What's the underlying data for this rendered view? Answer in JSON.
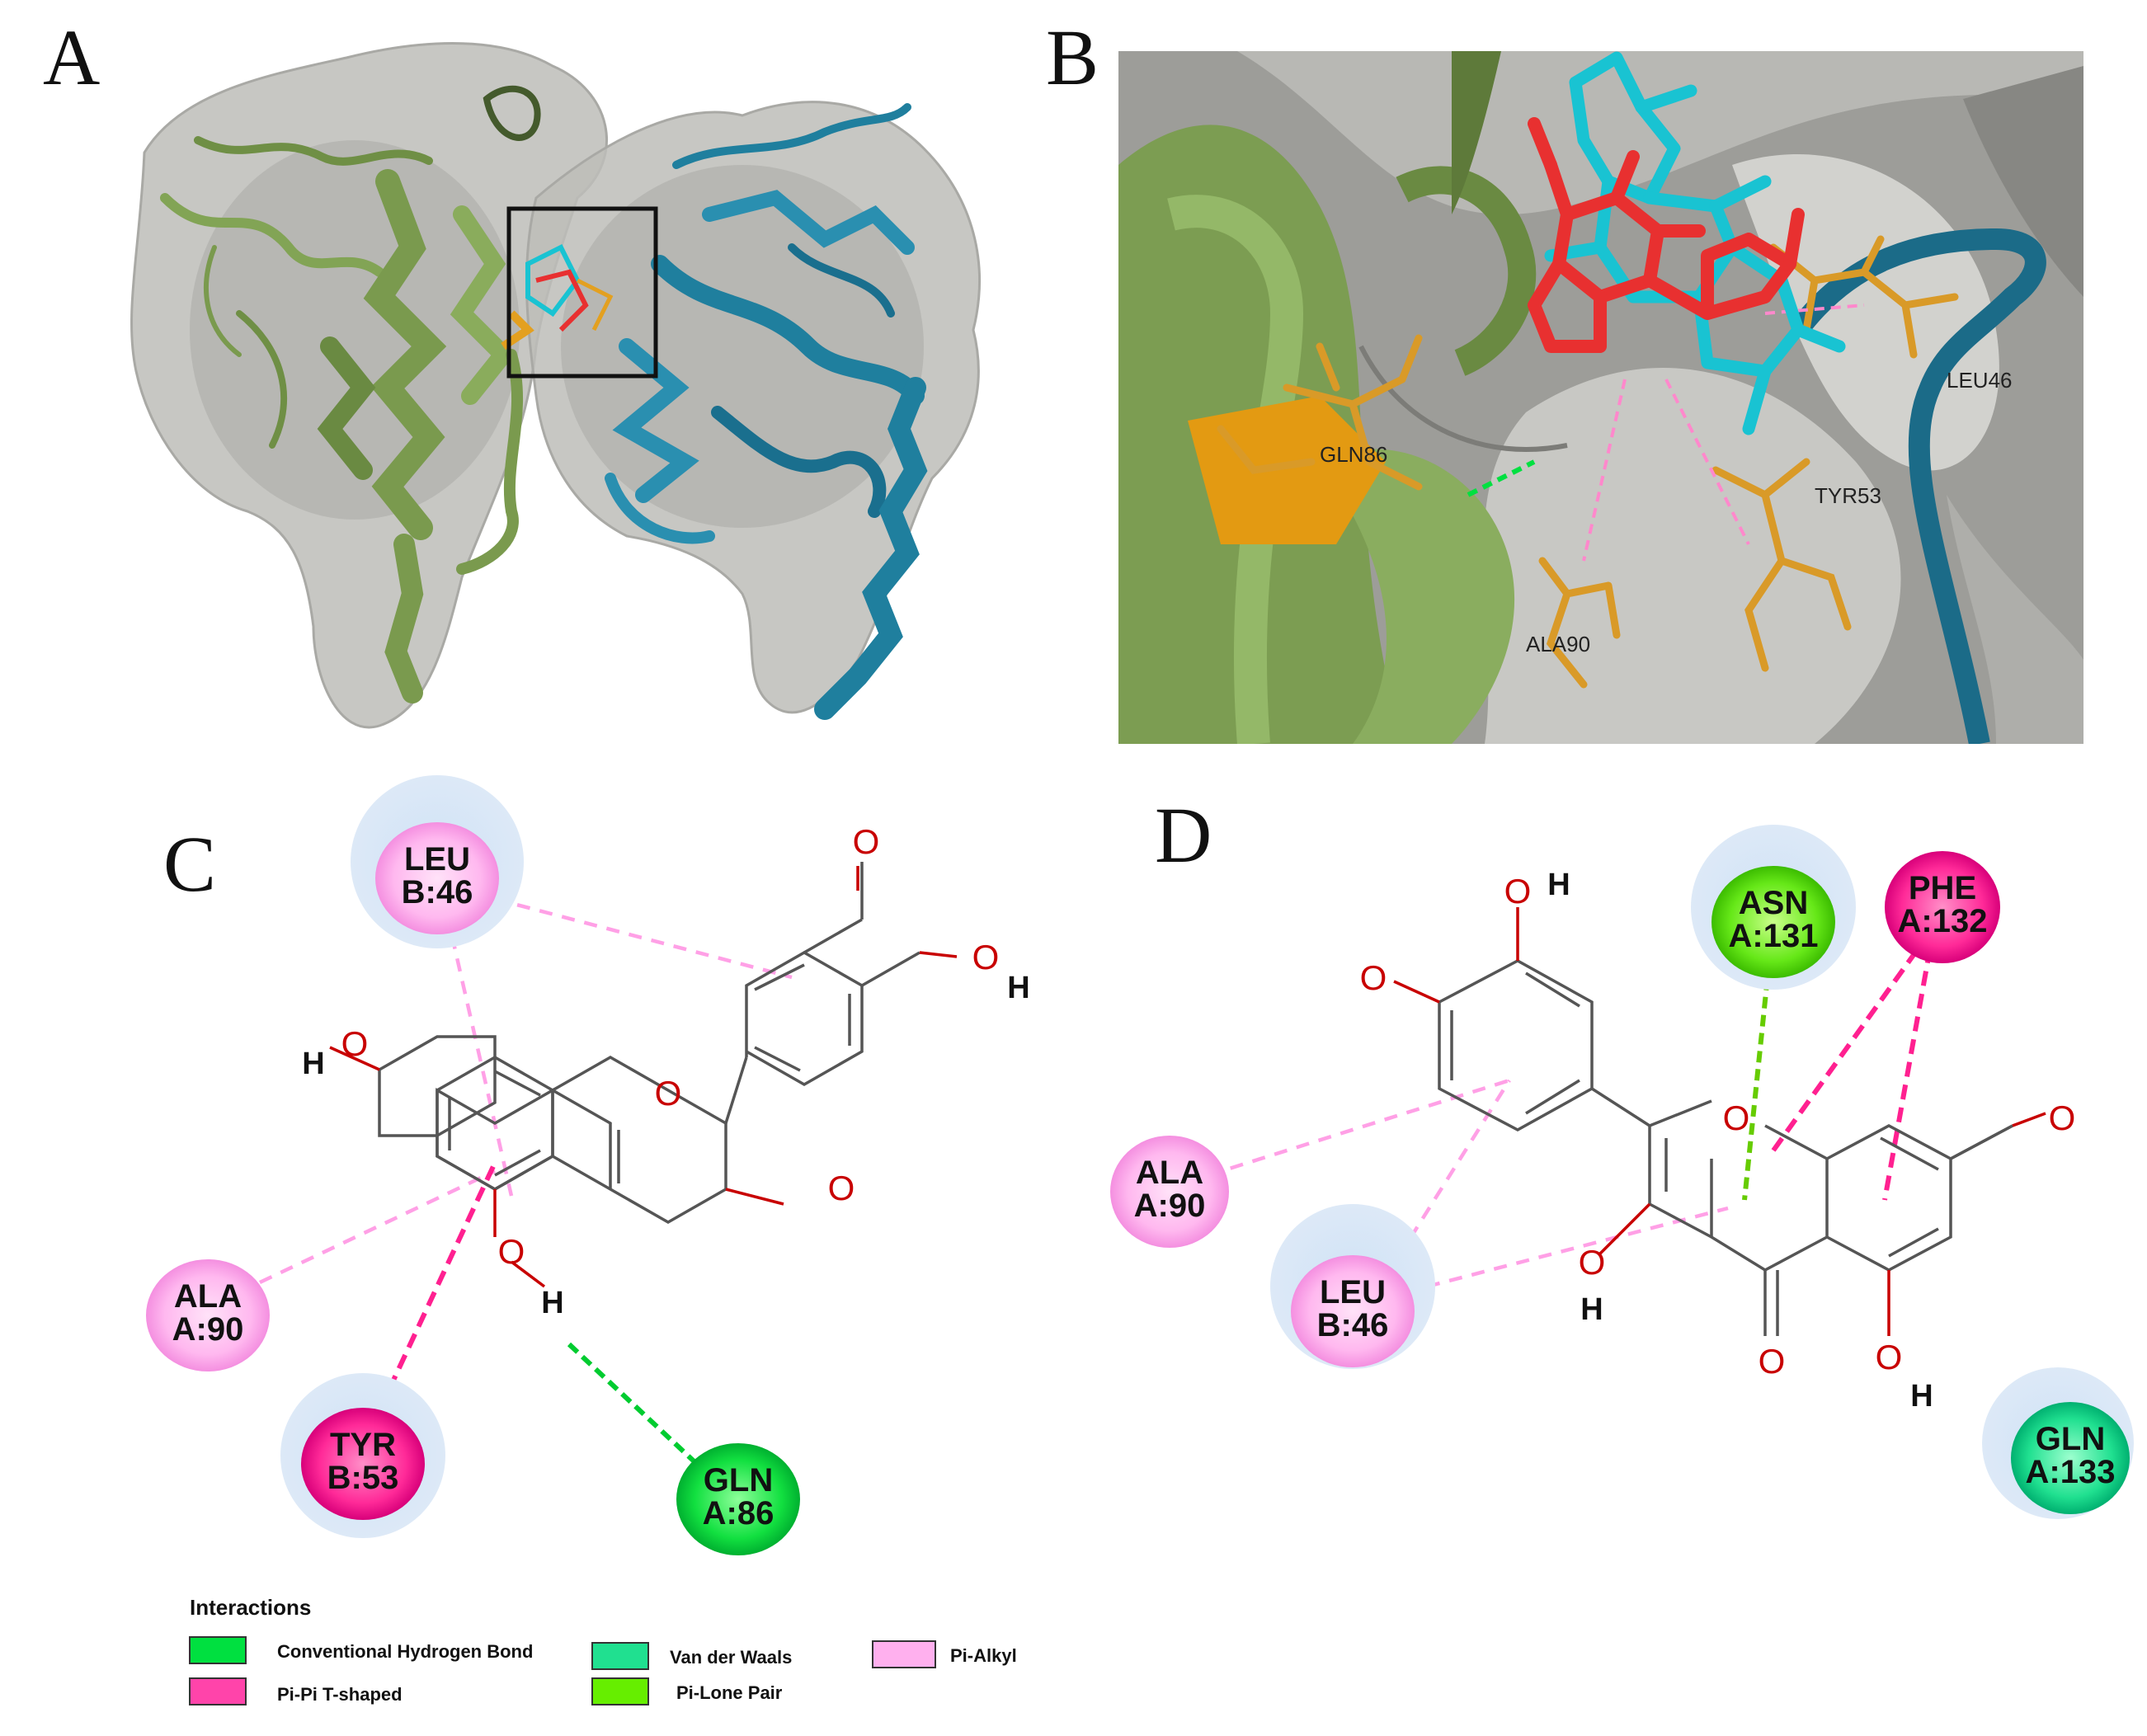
{
  "panels": {
    "a": "A",
    "b": "B",
    "c": "C",
    "d": "D"
  },
  "panel_b_labels": {
    "gln": "GLN86",
    "leu": "LEU46",
    "tyr": "TYR53",
    "ala": "ALA90"
  },
  "panel_c": {
    "residues": [
      {
        "name": "LEU",
        "chain": "B:46",
        "type": "pi-alkyl"
      },
      {
        "name": "ALA",
        "chain": "A:90",
        "type": "pi-alkyl"
      },
      {
        "name": "TYR",
        "chain": "B:53",
        "type": "pi-pi"
      },
      {
        "name": "GLN",
        "chain": "A:86",
        "type": "hbond"
      }
    ],
    "atoms": {
      "o": "O",
      "h": "H"
    }
  },
  "panel_d": {
    "residues": [
      {
        "name": "ASN",
        "chain": "A:131",
        "type": "lonepair"
      },
      {
        "name": "PHE",
        "chain": "A:132",
        "type": "pi-pi"
      },
      {
        "name": "ALA",
        "chain": "A:90",
        "type": "pi-alkyl"
      },
      {
        "name": "LEU",
        "chain": "B:46",
        "type": "pi-alkyl"
      },
      {
        "name": "GLN",
        "chain": "A:133",
        "type": "vdw"
      }
    ],
    "atoms": {
      "o": "O",
      "h": "H"
    }
  },
  "legend": {
    "title": "Interactions",
    "items": [
      {
        "label": "Conventional Hydrogen Bond",
        "color": "#00e040"
      },
      {
        "label": "Van der Waals",
        "color": "#20e090"
      },
      {
        "label": "Pi-Alkyl",
        "color": "#ffb0ee"
      },
      {
        "label": "Pi-Pi T-shaped",
        "color": "#ff44aa"
      },
      {
        "label": "Pi-Lone Pair",
        "color": "#66ee00"
      }
    ]
  },
  "colors": {
    "hbond": "#00e040",
    "vdw": "#20e090",
    "pi_alkyl": "#ffb0ee",
    "pi_pi": "#ff2090",
    "lone_pair": "#66ee00",
    "helix_green": "#7a9a4e",
    "helix_teal": "#1f7f9e",
    "ligand_cyan": "#19c3d2",
    "ligand_red": "#e83030",
    "residue_orange": "#e3a020"
  }
}
